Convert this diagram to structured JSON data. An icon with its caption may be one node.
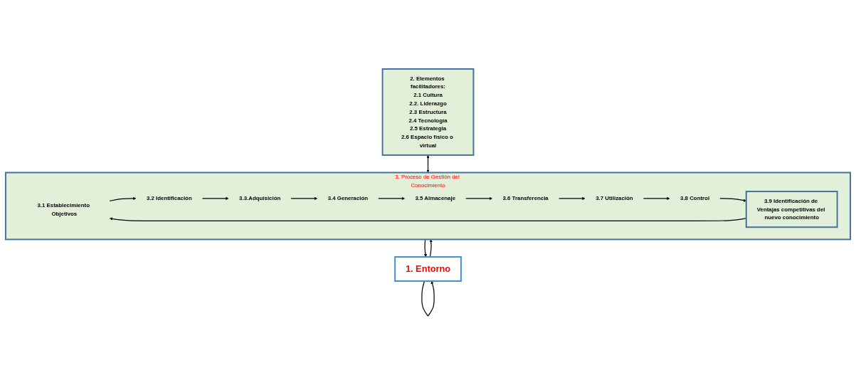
{
  "diagram": {
    "nodes": [
      {
        "text": [
          "1. Entorno"
        ]
      },
      {
        "text": [
          "2. Elementos facilitadores:",
          "2.1 Cultura",
          "2.2. Liderazgo",
          "2.3 Estructura",
          "2.4 Tecnología",
          "2.5 Estrategia",
          "2.6 Espacio físico o virtual"
        ]
      },
      {
        "text": [
          "3. Proceso de Gestión del Conocimiento"
        ]
      },
      {
        "text": [
          "3.1 Establecimiento Objetivos"
        ],
        "in": 2
      },
      {
        "text": [
          "3.2 Identificación"
        ],
        "in": 2
      },
      {
        "text": [
          "3.3.Adquisición"
        ],
        "in": 2
      },
      {
        "text": [
          "3.4 Generación"
        ],
        "in": 2
      },
      {
        "text": [
          "3.5 Almacenaje"
        ],
        "in": 2
      },
      {
        "text": [
          "3.6 Transferencia"
        ],
        "in": 2
      },
      {
        "text": [
          "3.7 Utilización"
        ],
        "in": 2
      },
      {
        "text": [
          "3.8 Control"
        ],
        "in": 2
      },
      {
        "text": [
          "3.9 Identificación de Ventajas competitivas del nuevo conocimiento"
        ],
        "in": 2
      }
    ],
    "edges": [
      {
        "from": 0,
        "to": 2,
        "arrow": "to"
      },
      {
        "from": 1,
        "to": 2,
        "arrow": "both"
      },
      {
        "from": 3,
        "to": 4,
        "arrow": "to"
      },
      {
        "from": 4,
        "to": 5,
        "arrow": "to"
      },
      {
        "from": 5,
        "to": 6,
        "arrow": "to"
      },
      {
        "from": 6,
        "to": 7,
        "arrow": "to"
      },
      {
        "from": 7,
        "to": 8,
        "arrow": "to"
      },
      {
        "from": 8,
        "to": 9,
        "arrow": "to"
      },
      {
        "from": 9,
        "to": 10,
        "arrow": "to"
      },
      {
        "from": 10,
        "to": 11,
        "arrow": "to"
      },
      {
        "from": 11,
        "to": 3,
        "arrow": "to"
      },
      {
        "from": 0,
        "to": 0,
        "arrow": "to"
      },
      {
        "from": 2,
        "to": 0,
        "arrow": "to"
      }
    ]
  }
}
